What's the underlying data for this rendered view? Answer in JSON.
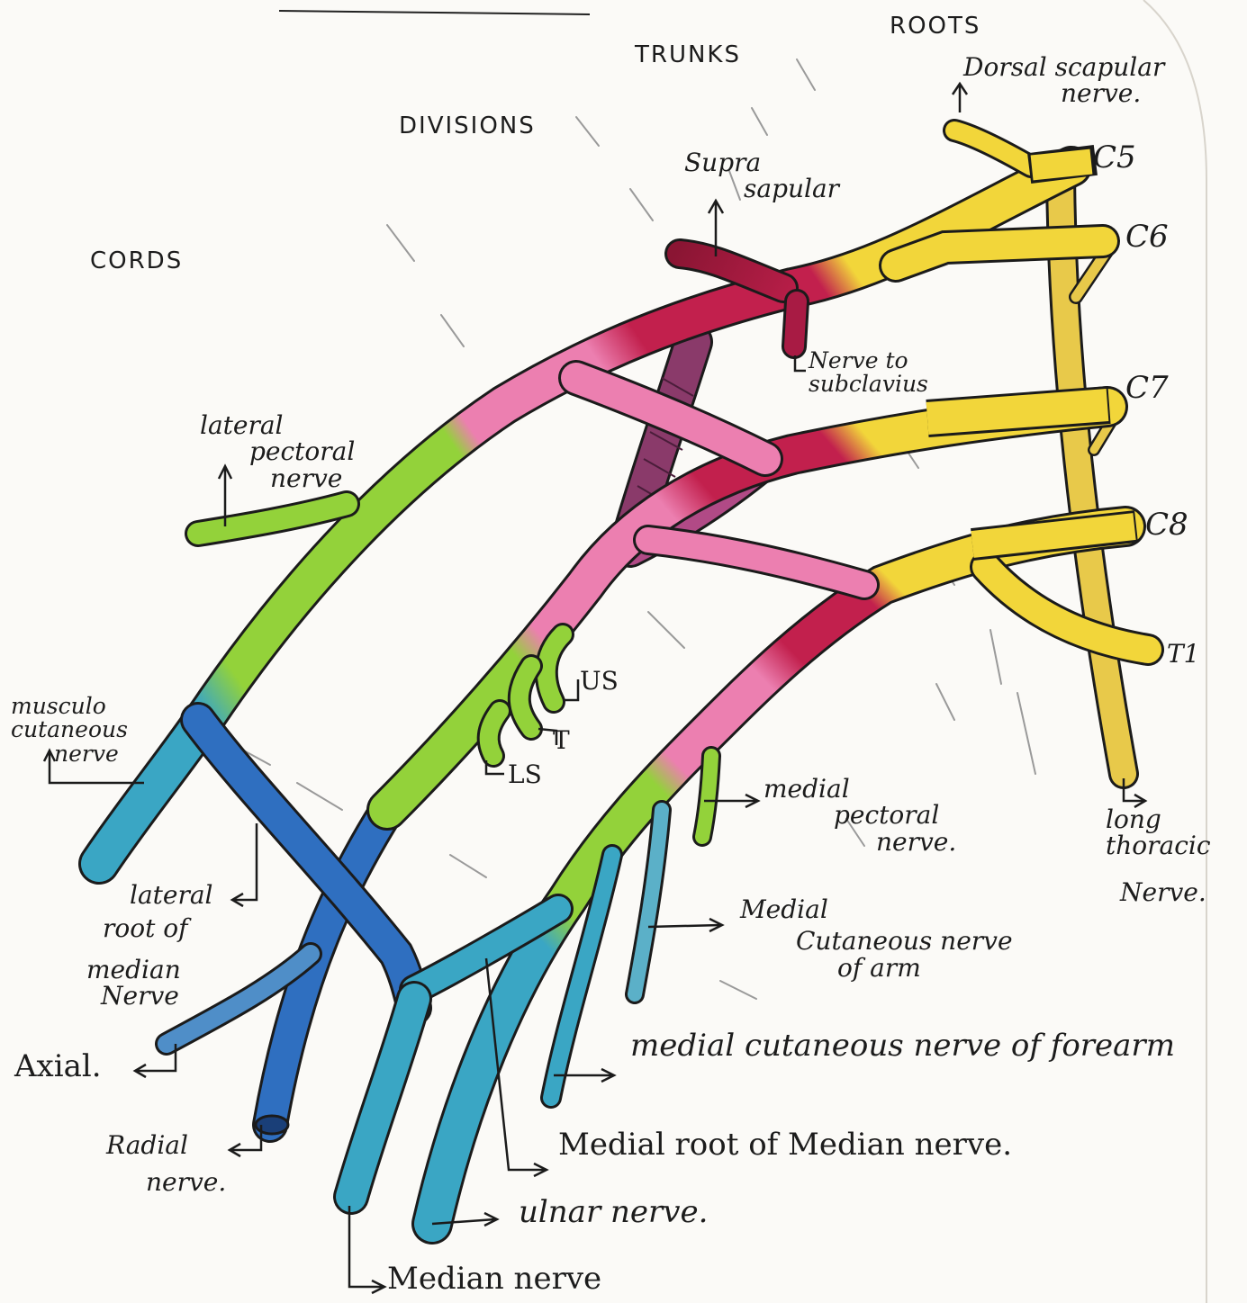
{
  "headers": {
    "roots": "ROOTS",
    "trunks": "TRUNKS",
    "divisions": "DIVISIONS",
    "cords": "CORDS"
  },
  "roots": {
    "c5": "C5",
    "c6": "C6",
    "c7": "C7",
    "c8": "C8",
    "t1": "T1"
  },
  "nerves": {
    "dorsal_scapular": [
      "Dorsal scapular",
      "nerve."
    ],
    "suprascapular": [
      "Supra",
      "sapular"
    ],
    "nerve_to_subclavius": [
      "Nerve to",
      "subclavius"
    ],
    "lateral_pectoral": [
      "lateral",
      "pectoral",
      "nerve"
    ],
    "musculocutaneous": [
      "musculo",
      "cutaneous",
      "nerve"
    ],
    "us": "US",
    "t": "T",
    "ls": "LS",
    "medial_pectoral": [
      "medial",
      "pectoral",
      "nerve."
    ],
    "long_thoracic": [
      "long",
      "thoracic",
      "Nerve."
    ],
    "lateral_root_median": [
      "lateral",
      "root of",
      "median",
      "Nerve"
    ],
    "medial_cutaneous_arm": [
      "Medial",
      "Cutaneous nerve",
      "of arm"
    ],
    "axial": "Axial.",
    "medial_cutaneous_forearm": "medial cutaneous nerve of forearm",
    "radial": [
      "Radial",
      "nerve."
    ],
    "medial_root_median": "Medial root of Median nerve.",
    "ulnar": "ulnar nerve.",
    "median": "Median nerve"
  },
  "colors": {
    "roots": "#f2d63a",
    "trunks": "#c2204d",
    "divisions": "#ec7fb0",
    "posterior_division": "#8a3a6a",
    "cords": "#93d23a",
    "branches": "#3aa6c4",
    "radial": "#2f6fc0",
    "outline": "#1b1b1b"
  }
}
